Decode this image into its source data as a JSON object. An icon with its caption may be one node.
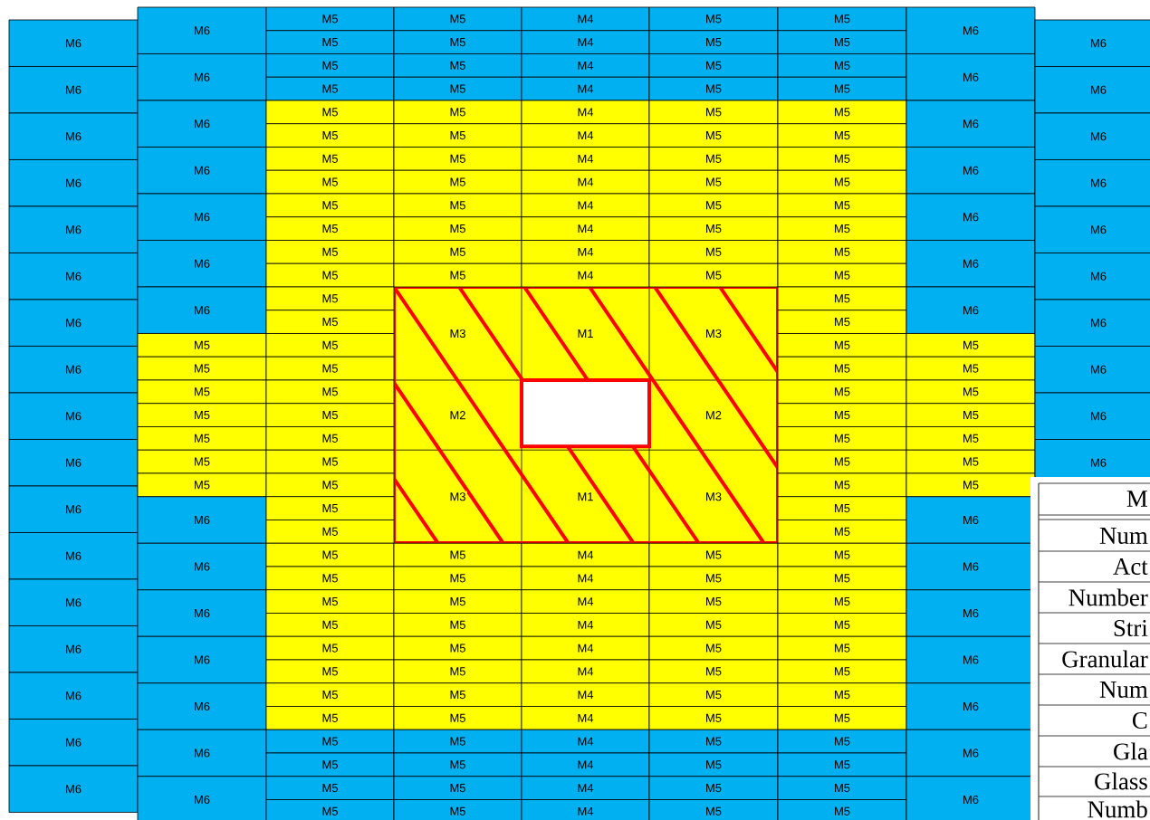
{
  "diagram": {
    "nodes": [
      {
        "text": [
          "M6"
        ]
      },
      {
        "text": [
          "M6"
        ]
      },
      {
        "text": [
          "M6"
        ]
      },
      {
        "text": [
          "M6"
        ]
      },
      {
        "text": [
          "M6"
        ]
      },
      {
        "text": [
          "M6"
        ]
      },
      {
        "text": [
          "M6"
        ]
      },
      {
        "text": [
          "M6"
        ]
      },
      {
        "text": [
          "M6"
        ]
      },
      {
        "text": [
          "M6"
        ]
      },
      {
        "text": [
          "M6"
        ]
      },
      {
        "text": [
          "M6"
        ]
      },
      {
        "text": [
          "M6"
        ]
      },
      {
        "text": [
          "M6"
        ]
      },
      {
        "text": [
          "M6"
        ]
      },
      {
        "text": [
          "M6"
        ]
      },
      {
        "text": [
          "M6"
        ]
      },
      {
        "text": [
          "M6"
        ]
      },
      {
        "text": [
          "M6"
        ]
      },
      {
        "text": [
          "M6"
        ]
      },
      {
        "text": [
          "M6"
        ]
      },
      {
        "text": [
          "M6"
        ]
      },
      {
        "text": [
          "M6"
        ]
      },
      {
        "text": [
          "M6"
        ]
      },
      {
        "text": [
          "M5"
        ]
      },
      {
        "text": [
          "M5"
        ]
      },
      {
        "text": [
          "M5"
        ]
      },
      {
        "text": [
          "M5"
        ]
      },
      {
        "text": [
          "M5"
        ]
      },
      {
        "text": [
          "M5"
        ]
      },
      {
        "text": [
          "M5"
        ]
      },
      {
        "text": [
          "M6"
        ]
      },
      {
        "text": [
          "M6"
        ]
      },
      {
        "text": [
          "M6"
        ]
      },
      {
        "text": [
          "M6"
        ]
      },
      {
        "text": [
          "M6"
        ]
      },
      {
        "text": [
          "M6"
        ]
      },
      {
        "text": [
          "M6"
        ]
      },
      {
        "text": [
          "M5"
        ]
      },
      {
        "text": [
          "M5"
        ]
      },
      {
        "text": [
          "M5"
        ]
      },
      {
        "text": [
          "M5"
        ]
      },
      {
        "text": [
          "M5"
        ]
      },
      {
        "text": [
          "M5"
        ]
      },
      {
        "text": [
          "M5"
        ]
      },
      {
        "text": [
          "M5"
        ]
      },
      {
        "text": [
          "M5"
        ]
      },
      {
        "text": [
          "M5"
        ]
      },
      {
        "text": [
          "M5"
        ]
      },
      {
        "text": [
          "M5"
        ]
      },
      {
        "text": [
          "M5"
        ]
      },
      {
        "text": [
          "M5"
        ]
      },
      {
        "text": [
          "M5"
        ]
      },
      {
        "text": [
          "M5"
        ]
      },
      {
        "text": [
          "M5"
        ]
      },
      {
        "text": [
          "M5"
        ]
      },
      {
        "text": [
          "M5"
        ]
      },
      {
        "text": [
          "M5"
        ]
      },
      {
        "text": [
          "M5"
        ]
      },
      {
        "text": [
          "M5"
        ]
      },
      {
        "text": [
          "M5"
        ]
      },
      {
        "text": [
          "M5"
        ]
      },
      {
        "text": [
          "M5"
        ]
      },
      {
        "text": [
          "M5"
        ]
      },
      {
        "text": [
          "M5"
        ]
      },
      {
        "text": [
          "M5"
        ]
      },
      {
        "text": [
          "M5"
        ]
      },
      {
        "text": [
          "M5"
        ]
      },
      {
        "text": [
          "M5"
        ]
      },
      {
        "text": [
          "M5"
        ]
      },
      {
        "text": [
          "M5"
        ]
      },
      {
        "text": [
          "M5"
        ]
      },
      {
        "text": [
          "M5"
        ]
      },
      {
        "text": [
          "M5"
        ]
      },
      {
        "text": [
          "M5"
        ]
      },
      {
        "text": [
          "M5"
        ]
      },
      {
        "text": [
          "M5"
        ]
      },
      {
        "text": [
          "M5"
        ]
      },
      {
        "text": [
          "M5"
        ]
      },
      {
        "text": [
          "M5"
        ]
      },
      {
        "text": [
          "M5"
        ]
      },
      {
        "text": [
          "M5"
        ]
      },
      {
        "text": [
          "M5"
        ]
      },
      {
        "text": [
          "M5"
        ]
      },
      {
        "text": [
          "M5"
        ]
      },
      {
        "text": [
          "M5"
        ]
      },
      {
        "text": [
          "M5"
        ]
      },
      {
        "text": [
          "M5"
        ]
      },
      {
        "text": [
          "M5"
        ]
      },
      {
        "text": [
          "M5"
        ]
      },
      {
        "text": [
          "M5"
        ]
      },
      {
        "text": [
          "M5"
        ]
      },
      {
        "text": [
          "M5"
        ]
      },
      {
        "text": [
          "M5"
        ]
      },
      {
        "text": [
          "M5"
        ]
      },
      {
        "text": [
          "M5"
        ]
      },
      {
        "text": [
          "M5"
        ]
      },
      {
        "text": [
          "M4"
        ]
      },
      {
        "text": [
          "M4"
        ]
      },
      {
        "text": [
          "M4"
        ]
      },
      {
        "text": [
          "M4"
        ]
      },
      {
        "text": [
          "M4"
        ]
      },
      {
        "text": [
          "M4"
        ]
      },
      {
        "text": [
          "M4"
        ]
      },
      {
        "text": [
          "M4"
        ]
      },
      {
        "text": [
          "M4"
        ]
      },
      {
        "text": [
          "M4"
        ]
      },
      {
        "text": [
          "M4"
        ]
      },
      {
        "text": [
          "M4"
        ]
      },
      {
        "text": [
          "M4"
        ]
      },
      {
        "text": [
          "M4"
        ]
      },
      {
        "text": [
          "M4"
        ]
      },
      {
        "text": [
          "M4"
        ]
      },
      {
        "text": [
          "M4"
        ]
      },
      {
        "text": [
          "M4"
        ]
      },
      {
        "text": [
          "M4"
        ]
      },
      {
        "text": [
          "M4"
        ]
      },
      {
        "text": [
          "M4"
        ]
      },
      {
        "text": [
          "M4"
        ]
      },
      {
        "text": [
          "M4"
        ]
      },
      {
        "text": [
          "M4"
        ]
      },
      {
        "text": [
          "M5"
        ]
      },
      {
        "text": [
          "M5"
        ]
      },
      {
        "text": [
          "M5"
        ]
      },
      {
        "text": [
          "M5"
        ]
      },
      {
        "text": [
          "M5"
        ]
      },
      {
        "text": [
          "M5"
        ]
      },
      {
        "text": [
          "M5"
        ]
      },
      {
        "text": [
          "M5"
        ]
      },
      {
        "text": [
          "M5"
        ]
      },
      {
        "text": [
          "M5"
        ]
      },
      {
        "text": [
          "M5"
        ]
      },
      {
        "text": [
          "M5"
        ]
      },
      {
        "text": [
          "M5"
        ]
      },
      {
        "text": [
          "M5"
        ]
      },
      {
        "text": [
          "M5"
        ]
      },
      {
        "text": [
          "M5"
        ]
      },
      {
        "text": [
          "M5"
        ]
      },
      {
        "text": [
          "M5"
        ]
      },
      {
        "text": [
          "M5"
        ]
      },
      {
        "text": [
          "M5"
        ]
      },
      {
        "text": [
          "M5"
        ]
      },
      {
        "text": [
          "M5"
        ]
      },
      {
        "text": [
          "M5"
        ]
      },
      {
        "text": [
          "M5"
        ]
      },
      {
        "text": [
          "M5"
        ]
      },
      {
        "text": [
          "M5"
        ]
      },
      {
        "text": [
          "M5"
        ]
      },
      {
        "text": [
          "M5"
        ]
      },
      {
        "text": [
          "M5"
        ]
      },
      {
        "text": [
          "M5"
        ]
      },
      {
        "text": [
          "M5"
        ]
      },
      {
        "text": [
          "M5"
        ]
      },
      {
        "text": [
          "M5"
        ]
      },
      {
        "text": [
          "M5"
        ]
      },
      {
        "text": [
          "M5"
        ]
      },
      {
        "text": [
          "M5"
        ]
      },
      {
        "text": [
          "M5"
        ]
      },
      {
        "text": [
          "M5"
        ]
      },
      {
        "text": [
          "M5"
        ]
      },
      {
        "text": [
          "M5"
        ]
      },
      {
        "text": [
          "M5"
        ]
      },
      {
        "text": [
          "M5"
        ]
      },
      {
        "text": [
          "M5"
        ]
      },
      {
        "text": [
          "M5"
        ]
      },
      {
        "text": [
          "M5"
        ]
      },
      {
        "text": [
          "M5"
        ]
      },
      {
        "text": [
          "M5"
        ]
      },
      {
        "text": [
          "M5"
        ]
      },
      {
        "text": [
          "M5"
        ]
      },
      {
        "text": [
          "M5"
        ]
      },
      {
        "text": [
          "M5"
        ]
      },
      {
        "text": [
          "M5"
        ]
      },
      {
        "text": [
          "M5"
        ]
      },
      {
        "text": [
          "M5"
        ]
      },
      {
        "text": [
          "M5"
        ]
      },
      {
        "text": [
          "M5"
        ]
      },
      {
        "text": [
          "M5"
        ]
      },
      {
        "text": [
          "M5"
        ]
      },
      {
        "text": [
          "M5"
        ]
      },
      {
        "text": [
          "M6"
        ]
      },
      {
        "text": [
          "M6"
        ]
      },
      {
        "text": [
          "M6"
        ]
      },
      {
        "text": [
          "M6"
        ]
      },
      {
        "text": [
          "M6"
        ]
      },
      {
        "text": [
          "M6"
        ]
      },
      {
        "text": [
          "M6"
        ]
      },
      {
        "text": [
          "M5"
        ]
      },
      {
        "text": [
          "M5"
        ]
      },
      {
        "text": [
          "M5"
        ]
      },
      {
        "text": [
          "M5"
        ]
      },
      {
        "text": [
          "M5"
        ]
      },
      {
        "text": [
          "M5"
        ]
      },
      {
        "text": [
          "M5"
        ]
      },
      {
        "text": [
          "M6"
        ]
      },
      {
        "text": [
          "M6"
        ]
      },
      {
        "text": [
          "M6"
        ]
      },
      {
        "text": [
          "M6"
        ]
      },
      {
        "text": [
          "M6"
        ]
      },
      {
        "text": [
          "M6"
        ]
      },
      {
        "text": [
          "M6"
        ]
      },
      {
        "text": [
          "M6"
        ]
      },
      {
        "text": [
          "M6"
        ]
      },
      {
        "text": [
          "M6"
        ]
      },
      {
        "text": [
          "M6"
        ]
      },
      {
        "text": [
          "M6"
        ]
      },
      {
        "text": [
          "M6"
        ]
      },
      {
        "text": [
          "M6"
        ]
      },
      {
        "text": [
          "M6"
        ]
      },
      {
        "text": [
          "M6"
        ]
      },
      {
        "text": [
          "M6"
        ]
      },
      {
        "text": [
          "M3"
        ]
      },
      {
        "text": [
          "M1"
        ]
      },
      {
        "text": [
          "M3"
        ]
      },
      {
        "text": [
          "M2"
        ]
      },
      {
        "text": [],
        "shape": "box"
      },
      {
        "text": [
          "M2"
        ]
      },
      {
        "text": [
          "M3"
        ]
      },
      {
        "text": [
          "M1"
        ]
      },
      {
        "text": [
          "M3"
        ]
      }
    ],
    "labels": [
      "M",
      "Num",
      "Act",
      "Number",
      "Stri",
      "Granular",
      "Num",
      "C",
      "Gla",
      "Glass",
      "Numb"
    ]
  }
}
